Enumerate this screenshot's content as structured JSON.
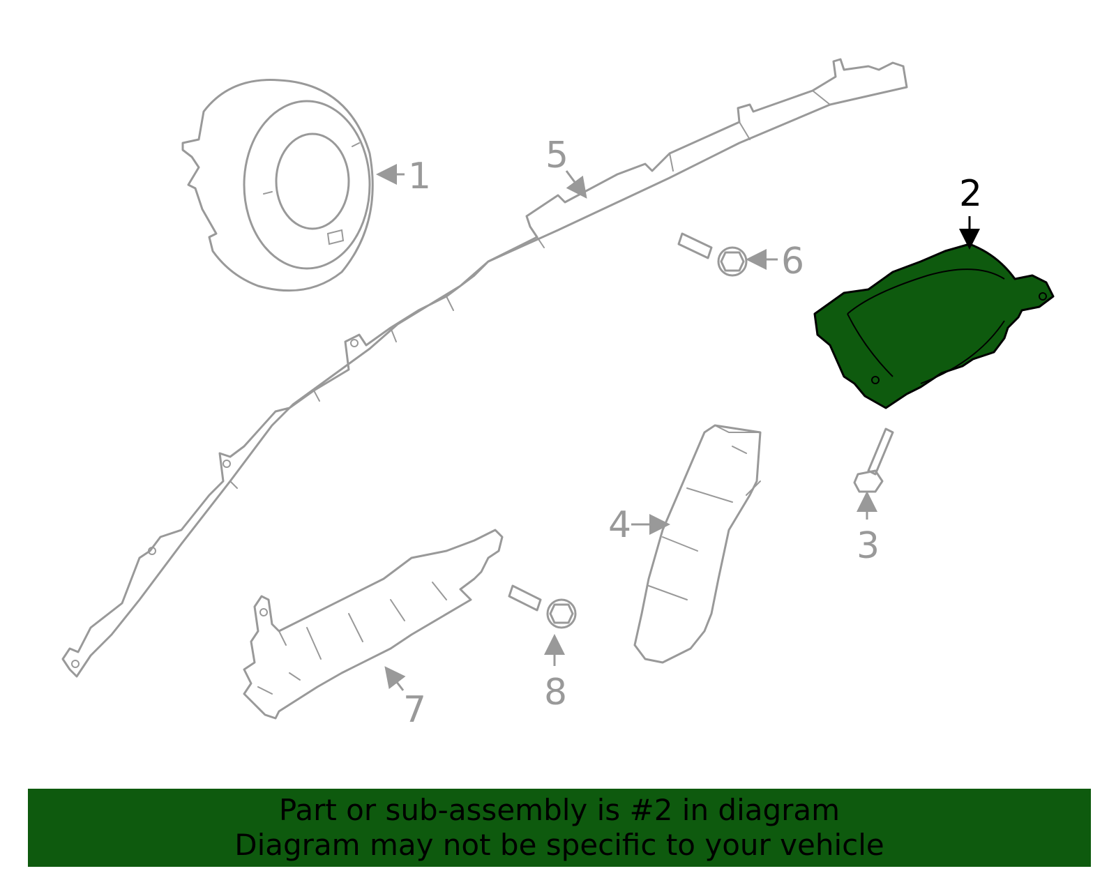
{
  "callouts": {
    "c1": "1",
    "c2": "2",
    "c3": "3",
    "c4": "4",
    "c5": "5",
    "c6": "6",
    "c7": "7",
    "c8": "8"
  },
  "banner": {
    "line1": "Part or sub-assembly is #2 in diagram",
    "line2": "Diagram may not be specific to your vehicle"
  },
  "colors": {
    "highlight": "#0e5a0e",
    "outline": "#999999",
    "banner_bg": "#0e5a0e"
  }
}
